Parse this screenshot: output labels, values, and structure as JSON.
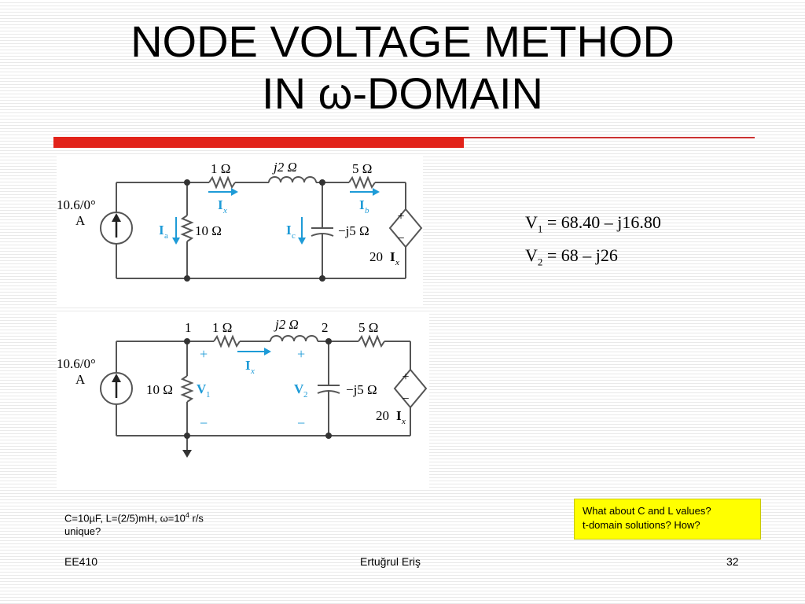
{
  "slide": {
    "title_line1": "NODE VOLTAGE METHOD",
    "title_line2": "IN ω-DOMAIN"
  },
  "circuit_top": {
    "source_value": "10.6/0°",
    "source_unit": "A",
    "r1": "1 Ω",
    "inductor": "j2 Ω",
    "r3": "5 Ω",
    "r2": "10 Ω",
    "capacitor": "−j5 Ω",
    "dep_source_gain": "20",
    "current_x": "I",
    "current_x_sub": "x",
    "current_b": "I",
    "current_b_sub": "b",
    "current_a": "I",
    "current_a_sub": "a",
    "current_c": "I",
    "current_c_sub": "c",
    "dep_current": "I",
    "dep_current_sub": "x",
    "plus": "+",
    "minus": "−"
  },
  "circuit_bottom": {
    "node1": "1",
    "node2": "2",
    "source_value": "10.6/0°",
    "source_unit": "A",
    "r1": "1 Ω",
    "inductor": "j2 Ω",
    "r3": "5 Ω",
    "r2": "10 Ω",
    "capacitor": "−j5 Ω",
    "dep_source_gain": "20",
    "current_x": "I",
    "current_x_sub": "x",
    "v1": "V",
    "v1_sub": "1",
    "v2": "V",
    "v2_sub": "2",
    "plus": "+",
    "minus": "−",
    "dep_current": "I",
    "dep_current_sub": "x"
  },
  "equations": {
    "v1_label": "V",
    "v1_sub": "1",
    "v1_value": "= 68.40 – j16.80",
    "v2_label": "V",
    "v2_sub": "2",
    "v2_value": "= 68 – j26"
  },
  "note": {
    "line1_prefix": "C=10µF, L=(2/5)mH, ω=10",
    "line1_exp": "4",
    "line1_suffix": " r/s",
    "line2": "unique?"
  },
  "callout": {
    "line1": "What about C and L values?",
    "line2": "t-domain solutions? How?"
  },
  "footer": {
    "course": "EE410",
    "author": "Ertuğrul Eriş",
    "page": "32"
  },
  "colors": {
    "accent_red": "#e2231a",
    "arrow_blue": "#1e9bd7",
    "wire": "#555555",
    "callout_bg": "#ffff00"
  }
}
